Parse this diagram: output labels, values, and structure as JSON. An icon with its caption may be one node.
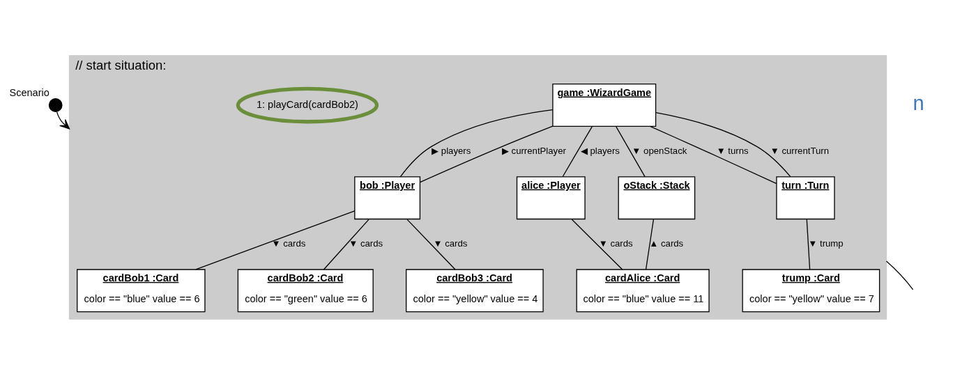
{
  "diagram": {
    "nodes": [
      {
        "text": [],
        "shape": "circle",
        "beside": [
          "Scenario"
        ]
      },
      {
        "text": [
          "// start situation:"
        ]
      },
      {
        "text": [
          "alice :Player"
        ],
        "in": 1
      },
      {
        "text": [
          "game :WizardGame"
        ],
        "in": 1
      },
      {
        "text": [
          "bob :Player"
        ],
        "in": 1
      },
      {
        "text": [
          "1: playCard(cardBob2)"
        ],
        "in": 1
      },
      {
        "text": [
          "cardAlice :Card",
          "color == \"blue\" value == 11"
        ],
        "in": 1
      },
      {
        "text": [
          "turn :Turn"
        ],
        "in": 1
      },
      {
        "text": [
          "cardBob1 :Card",
          "color == \"blue\" value == 6"
        ],
        "in": 1
      },
      {
        "text": [
          "cardBob2 :Card",
          "color == \"green\" value == 6"
        ],
        "in": 1
      },
      {
        "text": [
          "cardBob3 :Card",
          "color == \"yellow\" value == 4"
        ],
        "in": 1
      },
      {
        "text": [
          "oStack :Stack"
        ],
        "in": 1
      },
      {
        "text": [
          "trump :Card",
          "color == \"yellow\" value == 7"
        ],
        "in": 1
      }
    ],
    "edges": [
      {
        "from": 0,
        "to": 1,
        "arrow": "to"
      },
      {
        "from": 3,
        "to": 2,
        "arrow": "none",
        "label": "◀ players"
      },
      {
        "from": 3,
        "to": 4,
        "arrow": "none",
        "label": "▶ currentPlayer"
      },
      {
        "from": 3,
        "to": 4,
        "arrow": "none",
        "label": "▶ players"
      },
      {
        "from": 2,
        "to": 6,
        "arrow": "none",
        "label": "▼ cards"
      },
      {
        "from": 3,
        "to": 7,
        "arrow": "none",
        "label": "▼ turns"
      },
      {
        "from": 3,
        "to": 7,
        "arrow": "none",
        "label": "▼ currentTurn"
      },
      {
        "from": 3,
        "to": 11,
        "arrow": "none",
        "label": "▼ openStack"
      },
      {
        "from": 4,
        "to": 8,
        "arrow": "none",
        "label": "▼ cards"
      },
      {
        "from": 4,
        "to": 9,
        "arrow": "none",
        "label": "▼ cards"
      },
      {
        "from": 4,
        "to": 10,
        "arrow": "none",
        "label": "▼ cards"
      },
      {
        "from": 11,
        "to": 6,
        "arrow": "none",
        "label": "▲ cards"
      },
      {
        "from": 7,
        "to": 12,
        "arrow": "none",
        "label": "▼ trump"
      },
      {
        "from": 1,
        "to": null,
        "arrow": "none"
      }
    ],
    "labels": [
      "n"
    ]
  }
}
